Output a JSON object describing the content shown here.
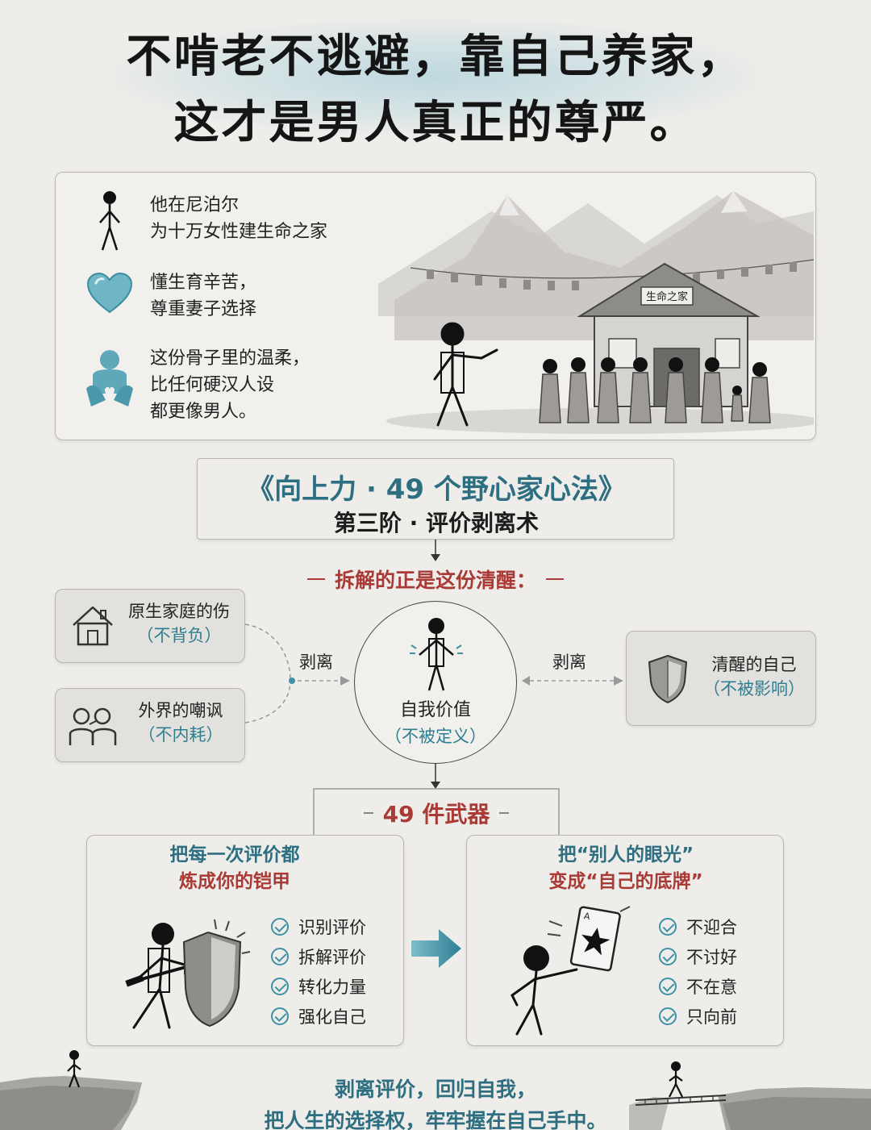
{
  "title": {
    "line1": "不啃老不逃避，靠自己养家，",
    "line2": "这才是男人真正的尊严。"
  },
  "story": {
    "item1_line1": "他在尼泊尔",
    "item1_line2": "为十万女性建生命之家",
    "item2_line1": "懂生育辛苦，",
    "item2_line2": "尊重妻子选择",
    "item3_line1": "这份骨子里的温柔，",
    "item3_line2": "比任何硬汉人设",
    "item3_line3": "都更像男人。",
    "house_sign": "生命之家",
    "icons": [
      "stick-figure-icon",
      "heart-icon",
      "care-hands-icon"
    ]
  },
  "book": {
    "title": "《向上力 · 49 个野心家心法》",
    "subtitle": "第三阶 · 评价剥离术"
  },
  "diagram": {
    "heading": "拆解的正是这份清醒：",
    "left_top_label": "原生家庭的伤",
    "left_top_note": "（不背负）",
    "left_bottom_label": "外界的嘲讽",
    "left_bottom_note": "（不内耗）",
    "arrow_left_label": "剥离",
    "arrow_right_label": "剥离",
    "center_label": "自我价值",
    "center_note": "（不被定义）",
    "right_label": "清醒的自己",
    "right_note": "（不被影响）"
  },
  "weapons": {
    "heading": "49 件武器",
    "left_panel": {
      "head_line1": "把每一次评价都",
      "head_line2": "炼成你的铠甲",
      "checks": [
        "识别评价",
        "拆解评价",
        "转化力量",
        "强化自己"
      ]
    },
    "right_panel": {
      "head_line1": "把“别人的眼光”",
      "head_line2": "变成“自己的底牌”",
      "checks": [
        "不迎合",
        "不讨好",
        "不在意",
        "只向前"
      ]
    }
  },
  "footer": {
    "line1": "剥离评价，回归自我，",
    "line2": "把人生的选择权，牢牢握在自己手中。"
  },
  "colors": {
    "teal": "#2d6f80",
    "red": "#a93a35",
    "background": "#efedea"
  }
}
